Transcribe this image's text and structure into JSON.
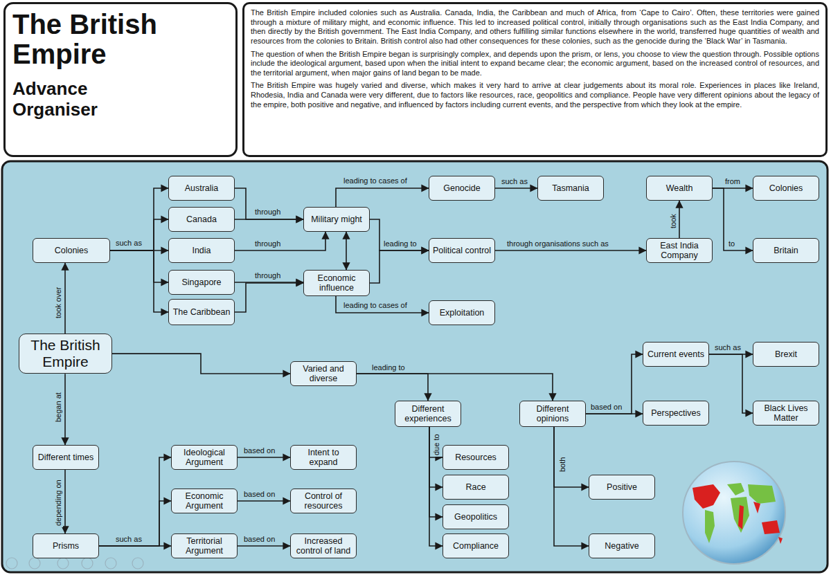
{
  "diagram": {
    "nodes": [
      {
        "text": [
          "The British Empire",
          "Advance Organiser"
        ]
      },
      {
        "text": [
          "The British Empire included colonies such as Australia. Canada, India, the Caribbean and much of Africa, from ‘Cape to Cairo’. Often, these territories were gained through a mixture of military might, and economic influence. This led to increased political control, initially through organisations such as the East India Company, and then directly by the British government. The East India Company, and others fulfilling similar functions elsewhere in the world, transferred huge quantities of wealth and resources from the colonies to Britain. British control also had other consequences for these colonies, such as the genocide during the ‘Black War’ in Tasmania.",
          "The question of when the British Empire began is surprisingly complex, and depends upon the prism, or lens, you choose to view the question through. Possible options include the ideological argument, based upon when the initial intent to expand became clear; the economic argument, based on the increased control of resources, and the territorial argument, when major gains of land began to be made.",
          "The British Empire was hugely varied and diverse, which makes it very hard to arrive at clear judgements about its moral role. Experiences in places like Ireland, Rhodesia, India and Canada were very different, due to factors like resources, race, geopolitics and compliance. People have very different opinions about the legacy of the empire, both positive and negative, and influenced by factors including current events, and the perspective from which they look at the empire."
        ]
      },
      {
        "text": [
          "Colonies"
        ]
      },
      {
        "text": [
          "Australia"
        ]
      },
      {
        "text": [
          "Canada"
        ]
      },
      {
        "text": [
          "India"
        ]
      },
      {
        "text": [
          "Singapore"
        ]
      },
      {
        "text": [
          "The Caribbean"
        ]
      },
      {
        "text": [
          "Military might"
        ]
      },
      {
        "text": [
          "Economic influence"
        ]
      },
      {
        "text": [
          "Genocide"
        ]
      },
      {
        "text": [
          "Tasmania"
        ]
      },
      {
        "text": [
          "Political control"
        ]
      },
      {
        "text": [
          "Exploitation"
        ]
      },
      {
        "text": [
          "East India Company"
        ]
      },
      {
        "text": [
          "Wealth"
        ]
      },
      {
        "text": [
          "Colonies"
        ]
      },
      {
        "text": [
          "Britain"
        ]
      },
      {
        "text": [
          "The British Empire"
        ]
      },
      {
        "text": [
          "Different times"
        ]
      },
      {
        "text": [
          "Prisms"
        ]
      },
      {
        "text": [
          "Ideological Argument"
        ]
      },
      {
        "text": [
          "Economic Argument"
        ]
      },
      {
        "text": [
          "Territorial Argument"
        ]
      },
      {
        "text": [
          "Intent to expand"
        ]
      },
      {
        "text": [
          "Control of resources"
        ]
      },
      {
        "text": [
          "Increased control of land"
        ]
      },
      {
        "text": [
          "Varied and diverse"
        ]
      },
      {
        "text": [
          "Different experiences"
        ]
      },
      {
        "text": [
          "Different opinions"
        ]
      },
      {
        "text": [
          "Resources"
        ]
      },
      {
        "text": [
          "Race"
        ]
      },
      {
        "text": [
          "Geopolitics"
        ]
      },
      {
        "text": [
          "Compliance"
        ]
      },
      {
        "text": [
          "Current events"
        ]
      },
      {
        "text": [
          "Perspectives"
        ]
      },
      {
        "text": [
          "Brexit"
        ]
      },
      {
        "text": [
          "Black Lives Matter"
        ]
      },
      {
        "text": [
          "Positive"
        ]
      },
      {
        "text": [
          "Negative"
        ]
      }
    ],
    "edges": [
      {
        "from": 18,
        "to": 2,
        "label": "took over",
        "arrow": "to"
      },
      {
        "from": 2,
        "to": 3,
        "arrow": "to"
      },
      {
        "from": 2,
        "to": 4,
        "arrow": "to"
      },
      {
        "from": 2,
        "to": 5,
        "label": "such as",
        "arrow": "to"
      },
      {
        "from": 2,
        "to": 6,
        "arrow": "to"
      },
      {
        "from": 2,
        "to": 7,
        "arrow": "to"
      },
      {
        "from": 3,
        "to": 8,
        "arrow": "to"
      },
      {
        "from": 4,
        "to": 8,
        "label": "through",
        "arrow": "to"
      },
      {
        "from": 5,
        "to": 8,
        "label": "through",
        "arrow": "to"
      },
      {
        "from": 6,
        "to": 9,
        "label": "through",
        "arrow": "to"
      },
      {
        "from": 7,
        "to": 9,
        "arrow": "to"
      },
      {
        "from": 8,
        "to": 9,
        "arrow": "both"
      },
      {
        "from": 8,
        "to": 10,
        "label": "leading to cases of",
        "arrow": "to"
      },
      {
        "from": 10,
        "to": 11,
        "label": "such as",
        "arrow": "to"
      },
      {
        "from": 8,
        "to": 12,
        "label": "leading to",
        "arrow": "to"
      },
      {
        "from": 9,
        "to": 12,
        "arrow": "to"
      },
      {
        "from": 9,
        "to": 13,
        "label": "leading to cases of",
        "arrow": "to"
      },
      {
        "from": 12,
        "to": 14,
        "label": "through organisations such as",
        "arrow": "to"
      },
      {
        "from": 14,
        "to": 15,
        "label": "took",
        "arrow": "to"
      },
      {
        "from": 15,
        "to": 16,
        "label": "from",
        "arrow": "to"
      },
      {
        "from": 15,
        "to": 17,
        "label": "to",
        "arrow": "to"
      },
      {
        "from": 18,
        "to": 19,
        "label": "began at",
        "arrow": "to"
      },
      {
        "from": 19,
        "to": 20,
        "label": "depending on",
        "arrow": "to"
      },
      {
        "from": 20,
        "to": 21,
        "arrow": "to"
      },
      {
        "from": 20,
        "to": 22,
        "arrow": "to"
      },
      {
        "from": 20,
        "to": 23,
        "label": "such as",
        "arrow": "to"
      },
      {
        "from": 21,
        "to": 24,
        "label": "based on",
        "arrow": "to"
      },
      {
        "from": 22,
        "to": 25,
        "label": "based on",
        "arrow": "to"
      },
      {
        "from": 23,
        "to": 26,
        "label": "based on",
        "arrow": "to"
      },
      {
        "from": 18,
        "to": 27,
        "arrow": "to"
      },
      {
        "from": 27,
        "to": 28,
        "label": "leading to",
        "arrow": "to"
      },
      {
        "from": 27,
        "to": 29,
        "arrow": "to"
      },
      {
        "from": 28,
        "to": 30,
        "label": "due to",
        "arrow": "to"
      },
      {
        "from": 28,
        "to": 31,
        "arrow": "to"
      },
      {
        "from": 28,
        "to": 32,
        "arrow": "to"
      },
      {
        "from": 28,
        "to": 33,
        "arrow": "to"
      },
      {
        "from": 29,
        "to": 34,
        "label": "based on",
        "arrow": "to"
      },
      {
        "from": 29,
        "to": 35,
        "arrow": "to"
      },
      {
        "from": 34,
        "to": 36,
        "label": "such as",
        "arrow": "to"
      },
      {
        "from": 34,
        "to": 37,
        "arrow": "to"
      },
      {
        "from": 29,
        "to": 38,
        "label": "both",
        "arrow": "to"
      },
      {
        "from": 29,
        "to": 39,
        "arrow": "to"
      }
    ]
  }
}
